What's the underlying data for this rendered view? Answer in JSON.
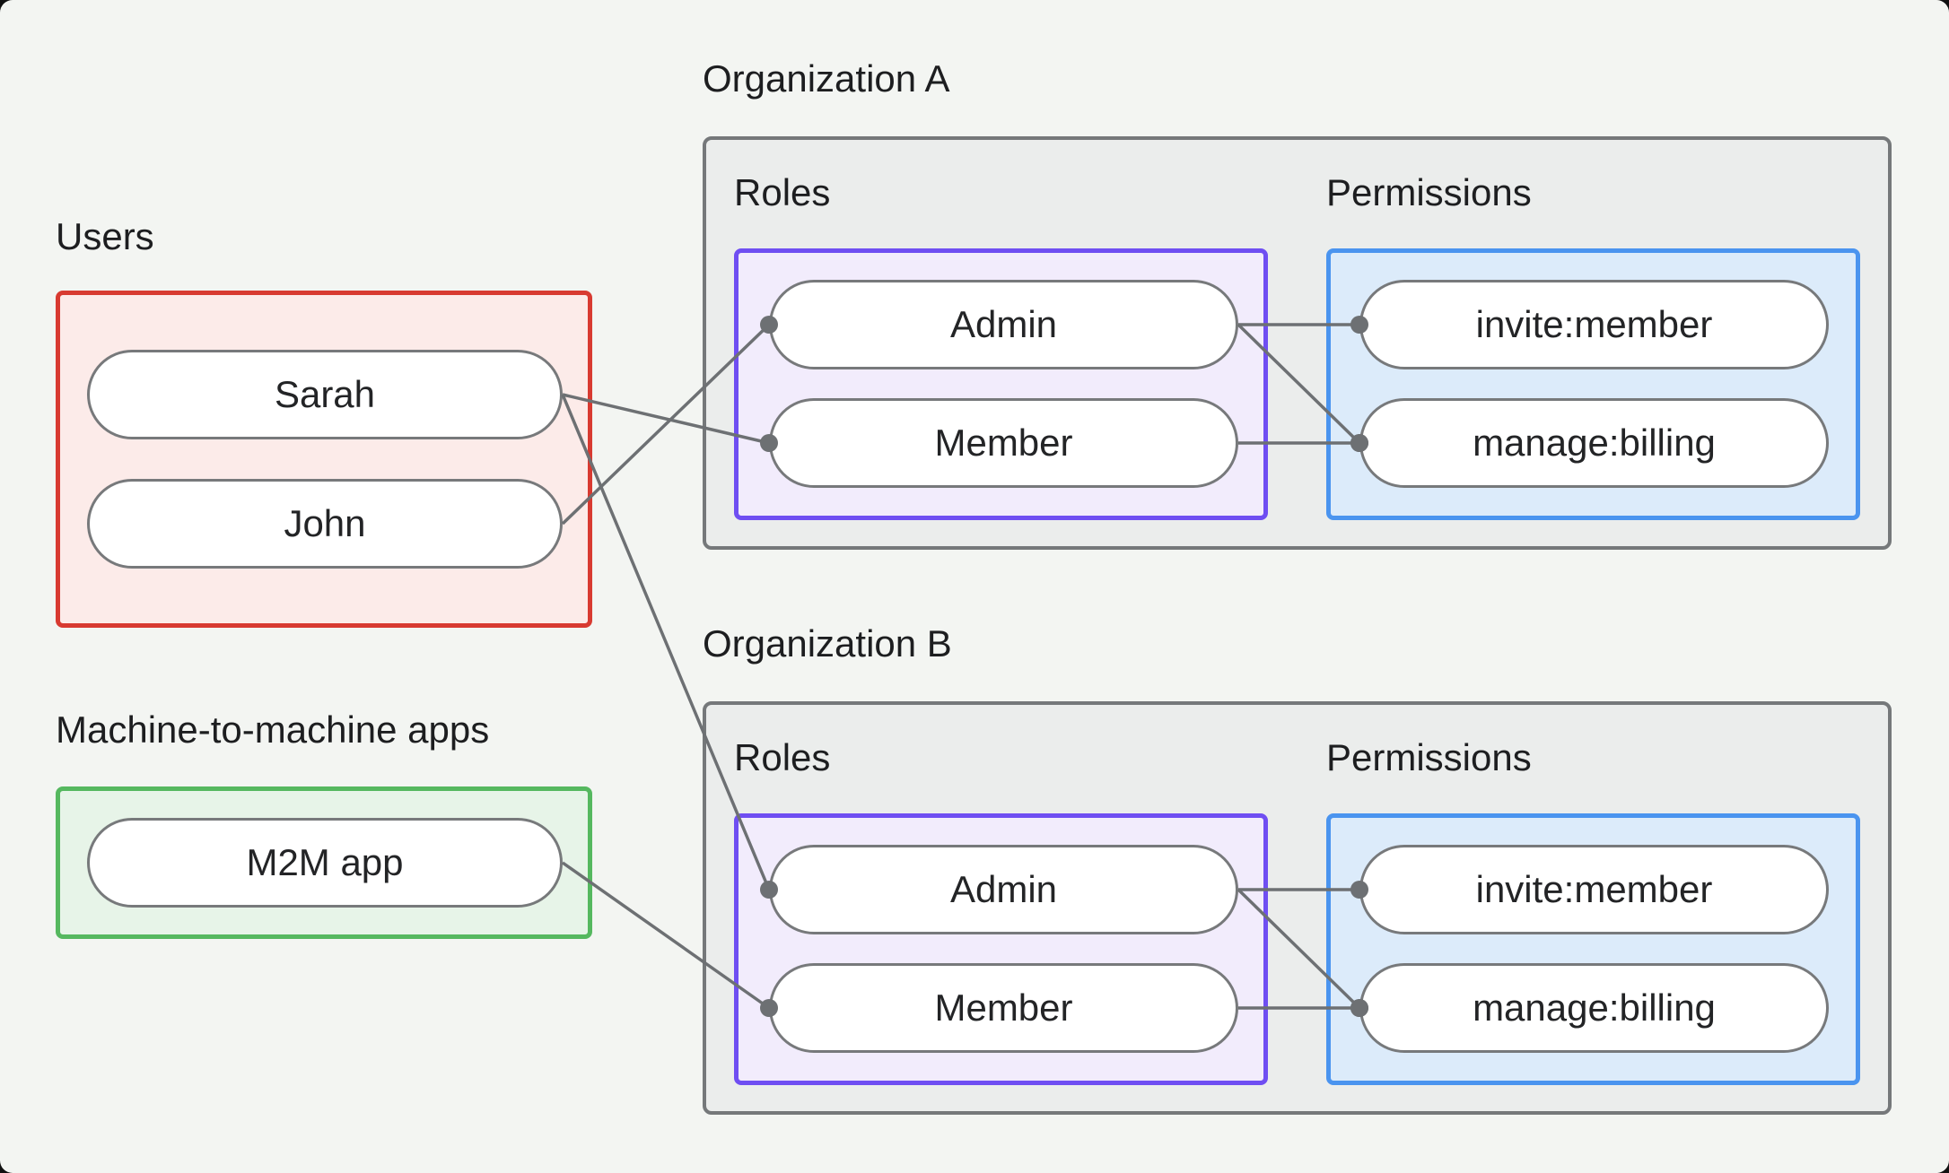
{
  "page": {
    "background": "#f3f5f2",
    "outer_background": "#111111"
  },
  "diagram": {
    "users": {
      "title": "Users",
      "box_border": "#d83a31",
      "box_fill": "#fcebe9",
      "nodes": [
        {
          "id": "sarah",
          "label": "Sarah"
        },
        {
          "id": "john",
          "label": "John"
        }
      ]
    },
    "m2m": {
      "title": "Machine-to-machine apps",
      "box_border": "#55b85f",
      "box_fill": "#e7f4e8",
      "nodes": [
        {
          "id": "m2m_app",
          "label": "M2M app"
        }
      ]
    },
    "organizations": [
      {
        "title": "Organization A",
        "roles_label": "Roles",
        "permissions_label": "Permissions",
        "roles": [
          {
            "id": "orgA_admin",
            "label": "Admin"
          },
          {
            "id": "orgA_member",
            "label": "Member"
          }
        ],
        "permissions": [
          {
            "id": "orgA_invite",
            "label": "invite:member"
          },
          {
            "id": "orgA_billing",
            "label": "manage:billing"
          }
        ]
      },
      {
        "title": "Organization B",
        "roles_label": "Roles",
        "permissions_label": "Permissions",
        "roles": [
          {
            "id": "orgB_admin",
            "label": "Admin"
          },
          {
            "id": "orgB_member",
            "label": "Member"
          }
        ],
        "permissions": [
          {
            "id": "orgB_invite",
            "label": "invite:member"
          },
          {
            "id": "orgB_billing",
            "label": "manage:billing"
          }
        ]
      }
    ],
    "edges": [
      {
        "from": "sarah",
        "to": "orgA_member"
      },
      {
        "from": "sarah",
        "to": "orgB_admin"
      },
      {
        "from": "john",
        "to": "orgA_admin"
      },
      {
        "from": "m2m_app",
        "to": "orgB_member"
      },
      {
        "from": "orgA_admin",
        "to": "orgA_invite"
      },
      {
        "from": "orgA_admin",
        "to": "orgA_billing"
      },
      {
        "from": "orgA_member",
        "to": "orgA_billing"
      },
      {
        "from": "orgB_admin",
        "to": "orgB_invite"
      },
      {
        "from": "orgB_admin",
        "to": "orgB_billing"
      },
      {
        "from": "orgB_member",
        "to": "orgB_billing"
      }
    ],
    "style": {
      "org_fill": "#ebedec",
      "org_border": "#75787a",
      "roles_border": "#6f4ef2",
      "roles_fill": "#f2ecfc",
      "permissions_border": "#4a94ef",
      "permissions_fill": "#dcebfa",
      "pill_fill": "#ffffff",
      "pill_border": "#77797b",
      "line_color": "#6d7073",
      "text_color": "#1d1e20"
    }
  }
}
